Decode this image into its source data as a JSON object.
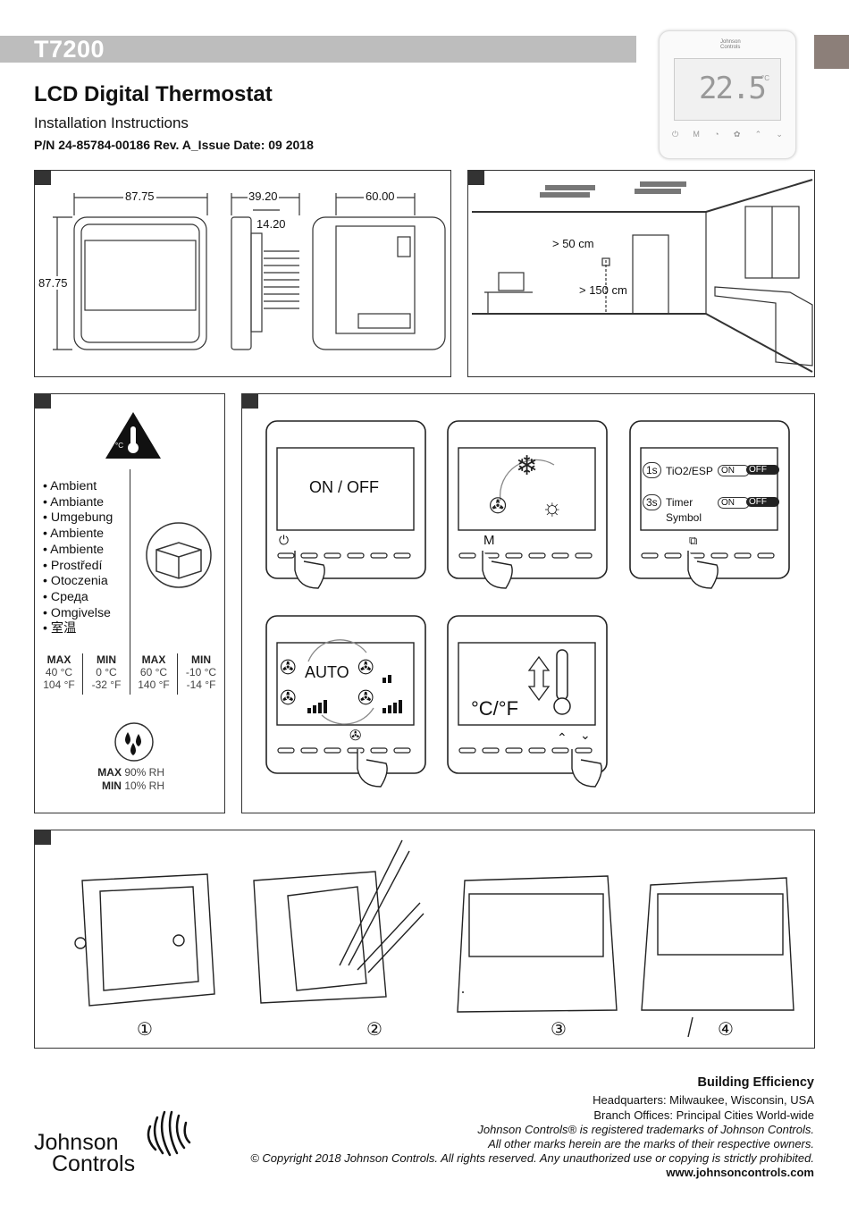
{
  "header": {
    "model": "T7200",
    "title": "LCD Digital Thermostat",
    "subtitle": "Installation Instructions",
    "part_number": "P/N 24-85784-00186 Rev. A_Issue Date: 09 2018"
  },
  "device_photo": {
    "brand_line1": "Johnson",
    "brand_line2": "Controls",
    "temperature": "22.5",
    "unit": "°C"
  },
  "dimensions": {
    "front_width": "87.75",
    "front_height": "87.75",
    "side_depth": "39.20",
    "side_inner": "14.20",
    "back_width": "60.00"
  },
  "placement": {
    "ceiling_distance": "> 50 cm",
    "floor_distance": "> 150 cm"
  },
  "environment": {
    "icon_label": "°C",
    "ambient_list": [
      "• Ambient",
      "• Ambiante",
      "• Umgebung",
      "• Ambiente",
      "• Ambiente",
      "• Prostředí",
      "• Otoczenia",
      "• Среда",
      "• Omgivelse",
      "• 室温"
    ],
    "limits": [
      {
        "head": "MAX",
        "c": "40 °C",
        "f": "104 °F"
      },
      {
        "head": "MIN",
        "c": "0 °C",
        "f": "-32 °F"
      },
      {
        "head": "MAX",
        "c": "60 °C",
        "f": "140 °F"
      },
      {
        "head": "MIN",
        "c": "-10 °C",
        "f": "-14 °F"
      }
    ],
    "humidity_max_label": "MAX",
    "humidity_max_value": "90% RH",
    "humidity_min_label": "MIN",
    "humidity_min_value": "10% RH"
  },
  "operation": {
    "power_screen_text": "ON / OFF",
    "mode_button_label": "M",
    "tio2_hold": "1s",
    "tio2_label": "TiO2/ESP",
    "timer_hold": "3s",
    "timer_label": "Timer",
    "symbol_label": "Symbol",
    "on_label": "ON",
    "off_label": "OFF",
    "fan_screen_text": "AUTO",
    "unit_screen_text": "°C/°F"
  },
  "mounting_steps": [
    "①",
    "②",
    "③",
    "④"
  ],
  "footer": {
    "brand_line1": "Johnson",
    "brand_line2": "Controls",
    "division": "Building Efficiency",
    "headquarters": "Headquarters: Milwaukee, Wisconsin, USA",
    "branches": "Branch Offices: Principal Cities World-wide",
    "trademark1": "Johnson Controls® is registered trademarks of Johnson Controls.",
    "trademark2": "All other marks herein are the marks of their respective owners.",
    "copyright": "© Copyright 2018 Johnson Controls. All rights reserved. Any unauthorized use or copying is strictly prohibited.",
    "website": "www.johnsoncontrols.com"
  }
}
